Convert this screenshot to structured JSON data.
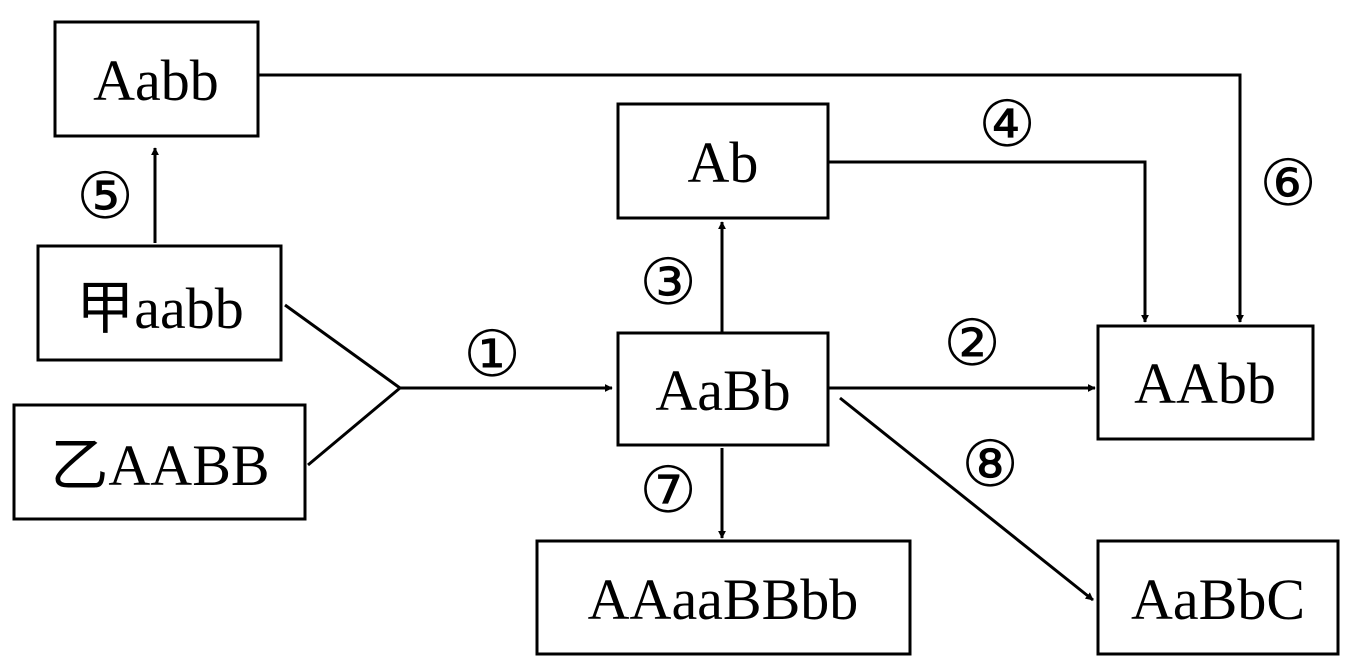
{
  "nodes": {
    "aabb_top": "Aabb",
    "ab": "Ab",
    "jia": "甲aabb",
    "yi": "乙AABB",
    "aabb_mid": "AaBb",
    "aabb_right": "AAbb",
    "aaaabbbb": "AAaaBBbb",
    "aabbc": "AaBbC"
  },
  "steps": {
    "s1": "①",
    "s2": "②",
    "s3": "③",
    "s4": "④",
    "s5": "⑤",
    "s6": "⑥",
    "s7": "⑦",
    "s8": "⑧"
  },
  "colors": {
    "stroke": "#000000",
    "background": "#ffffff"
  }
}
